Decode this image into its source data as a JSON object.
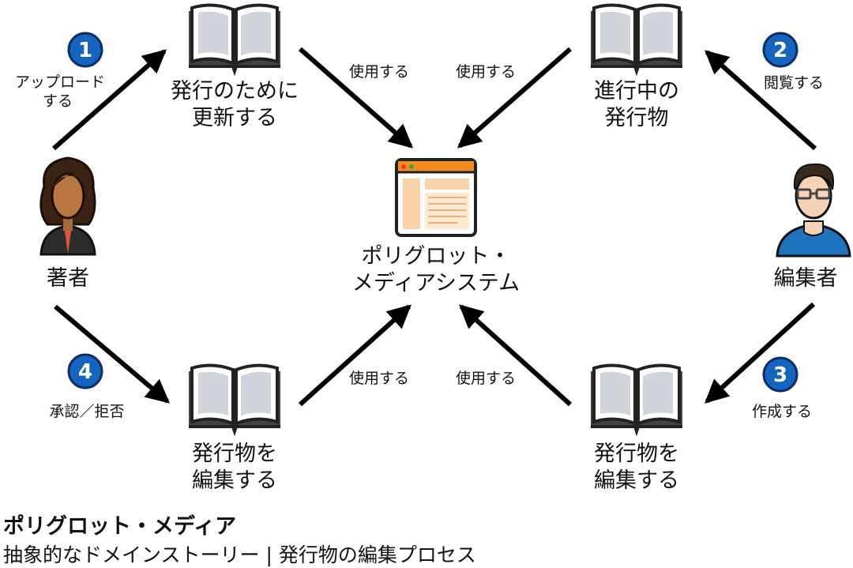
{
  "center": {
    "line1": "ポリグロット・",
    "line2": "メディアシステム"
  },
  "books": {
    "top_left": {
      "line1": "発行のために",
      "line2": "更新する"
    },
    "top_right": {
      "line1": "進行中の",
      "line2": "発行物"
    },
    "bottom_left": {
      "line1": "発行物を",
      "line2": "編集する"
    },
    "bottom_right": {
      "line1": "発行物を",
      "line2": "編集する"
    }
  },
  "actors": {
    "author": "著者",
    "editor": "編集者"
  },
  "steps": [
    {
      "number": "1",
      "line1": "アップロード",
      "line2": "する"
    },
    {
      "number": "2",
      "line1": "閲覧する"
    },
    {
      "number": "3",
      "line1": "作成する"
    },
    {
      "number": "4",
      "line1": "承認／拒否"
    }
  ],
  "uses_label": "使用する",
  "footer": {
    "title": "ポリグロット・メディア",
    "subtitle": "抽象的なドメインストーリー | 発行物の編集プロセス"
  },
  "colors": {
    "step_badge": "#1565c0",
    "window_bar": "#f28c1e",
    "window_panel": "#fbd3a8",
    "arrow": "#000000"
  }
}
